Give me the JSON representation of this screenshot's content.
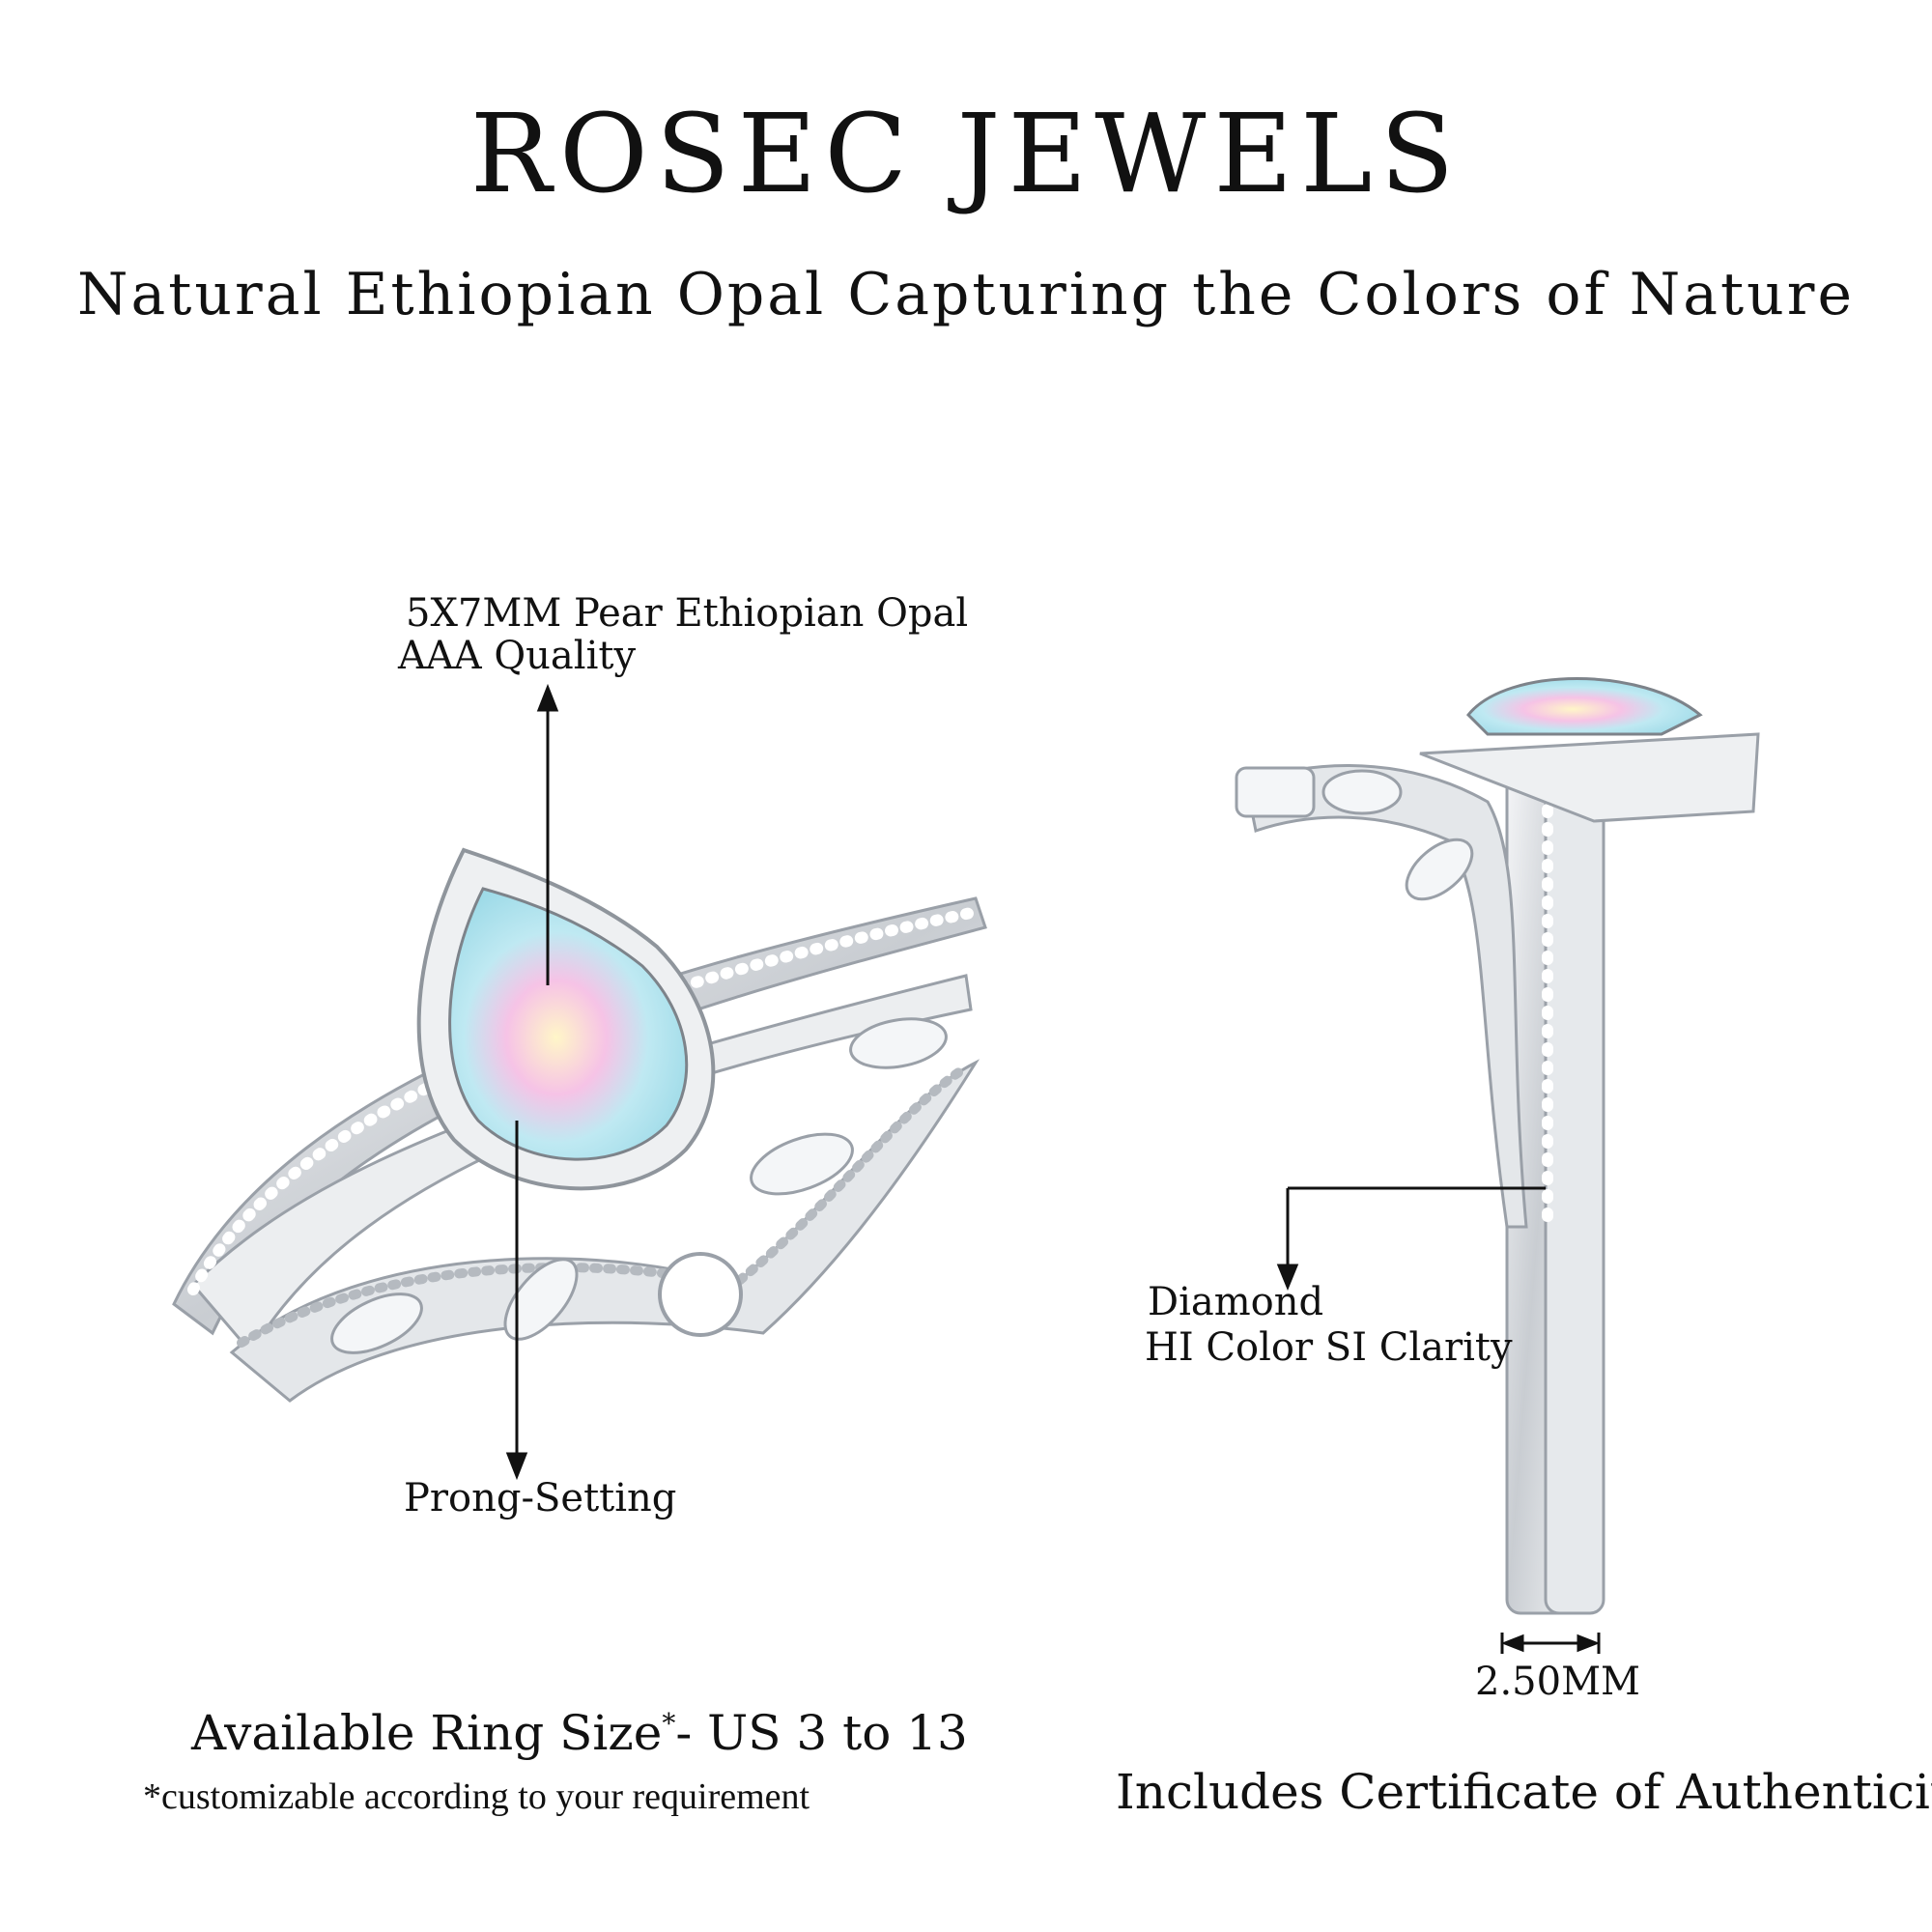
{
  "brand": {
    "name": "ROSEC JEWELS"
  },
  "tagline": "Natural Ethiopian Opal Capturing the Colors of Nature",
  "callouts": {
    "gem_line1": "5X7MM Pear Ethiopian Opal",
    "gem_line2": "AAA Quality",
    "setting": "Prong-Setting",
    "diamond_line1": "Diamond",
    "diamond_line2": "HI Color SI Clarity",
    "width": "2.50MM"
  },
  "footer": {
    "ring_size_prefix": "Available Ring Size",
    "ring_size_mark": "*",
    "ring_size_suffix": "- US 3 to 13",
    "customizable": "*customizable according to your requirement",
    "certificate": "Includes Certificate of Authenticity"
  },
  "colors": {
    "text": "#111111",
    "metal": "#d9dce0",
    "metal_dark": "#9aa0a8",
    "opal": "#bfe9f2"
  }
}
